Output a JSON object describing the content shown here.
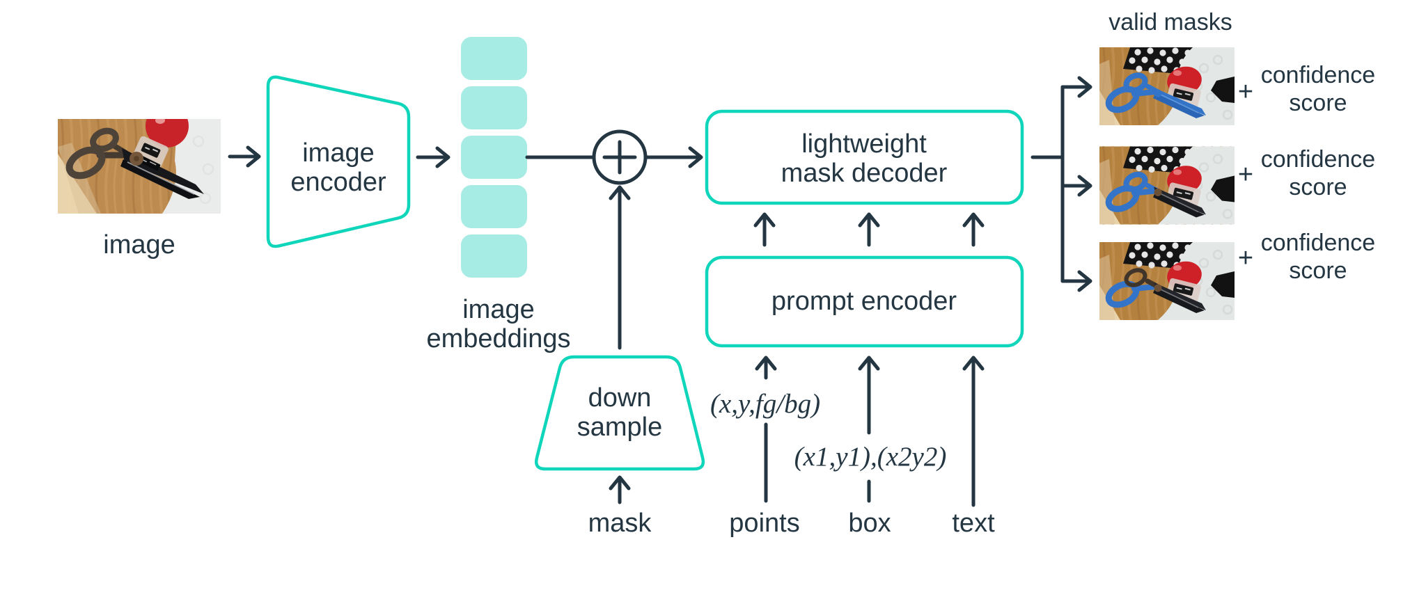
{
  "diagram": {
    "colors": {
      "teal": "#0fd6ba",
      "teal_fill": "#a7ece4",
      "ink": "#233642",
      "mask_blue": "#3374c9"
    },
    "stage_input": {
      "label": "image",
      "photo": "scissors-on-wood-photo"
    },
    "image_encoder": {
      "line1": "image",
      "line2": "encoder"
    },
    "image_embeddings": {
      "line1": "image",
      "line2": "embeddings",
      "block_count": 5
    },
    "add_node": {
      "icon": "circle-plus-icon"
    },
    "mask_decoder": {
      "line1": "lightweight",
      "line2": "mask decoder"
    },
    "prompt_encoder": {
      "label": "prompt encoder"
    },
    "down_sample": {
      "line1": "down",
      "line2": "sample"
    },
    "prompt_inputs": {
      "mask_label": "mask",
      "points_label": "points",
      "box_label": "box",
      "text_label": "text",
      "points_annotation": "(x,y,fg/bg)",
      "box_annotation": "(x1,y1),(x2y2)"
    },
    "outputs": {
      "title": "valid masks",
      "items": [
        {
          "plus": "+",
          "line1": "confidence",
          "line2": "score",
          "mask": "whole-scissors-mask"
        },
        {
          "plus": "+",
          "line1": "confidence",
          "line2": "score",
          "mask": "scissors-handles-mask"
        },
        {
          "plus": "+",
          "line1": "confidence",
          "line2": "score",
          "mask": "lower-handle-mask"
        }
      ]
    }
  }
}
